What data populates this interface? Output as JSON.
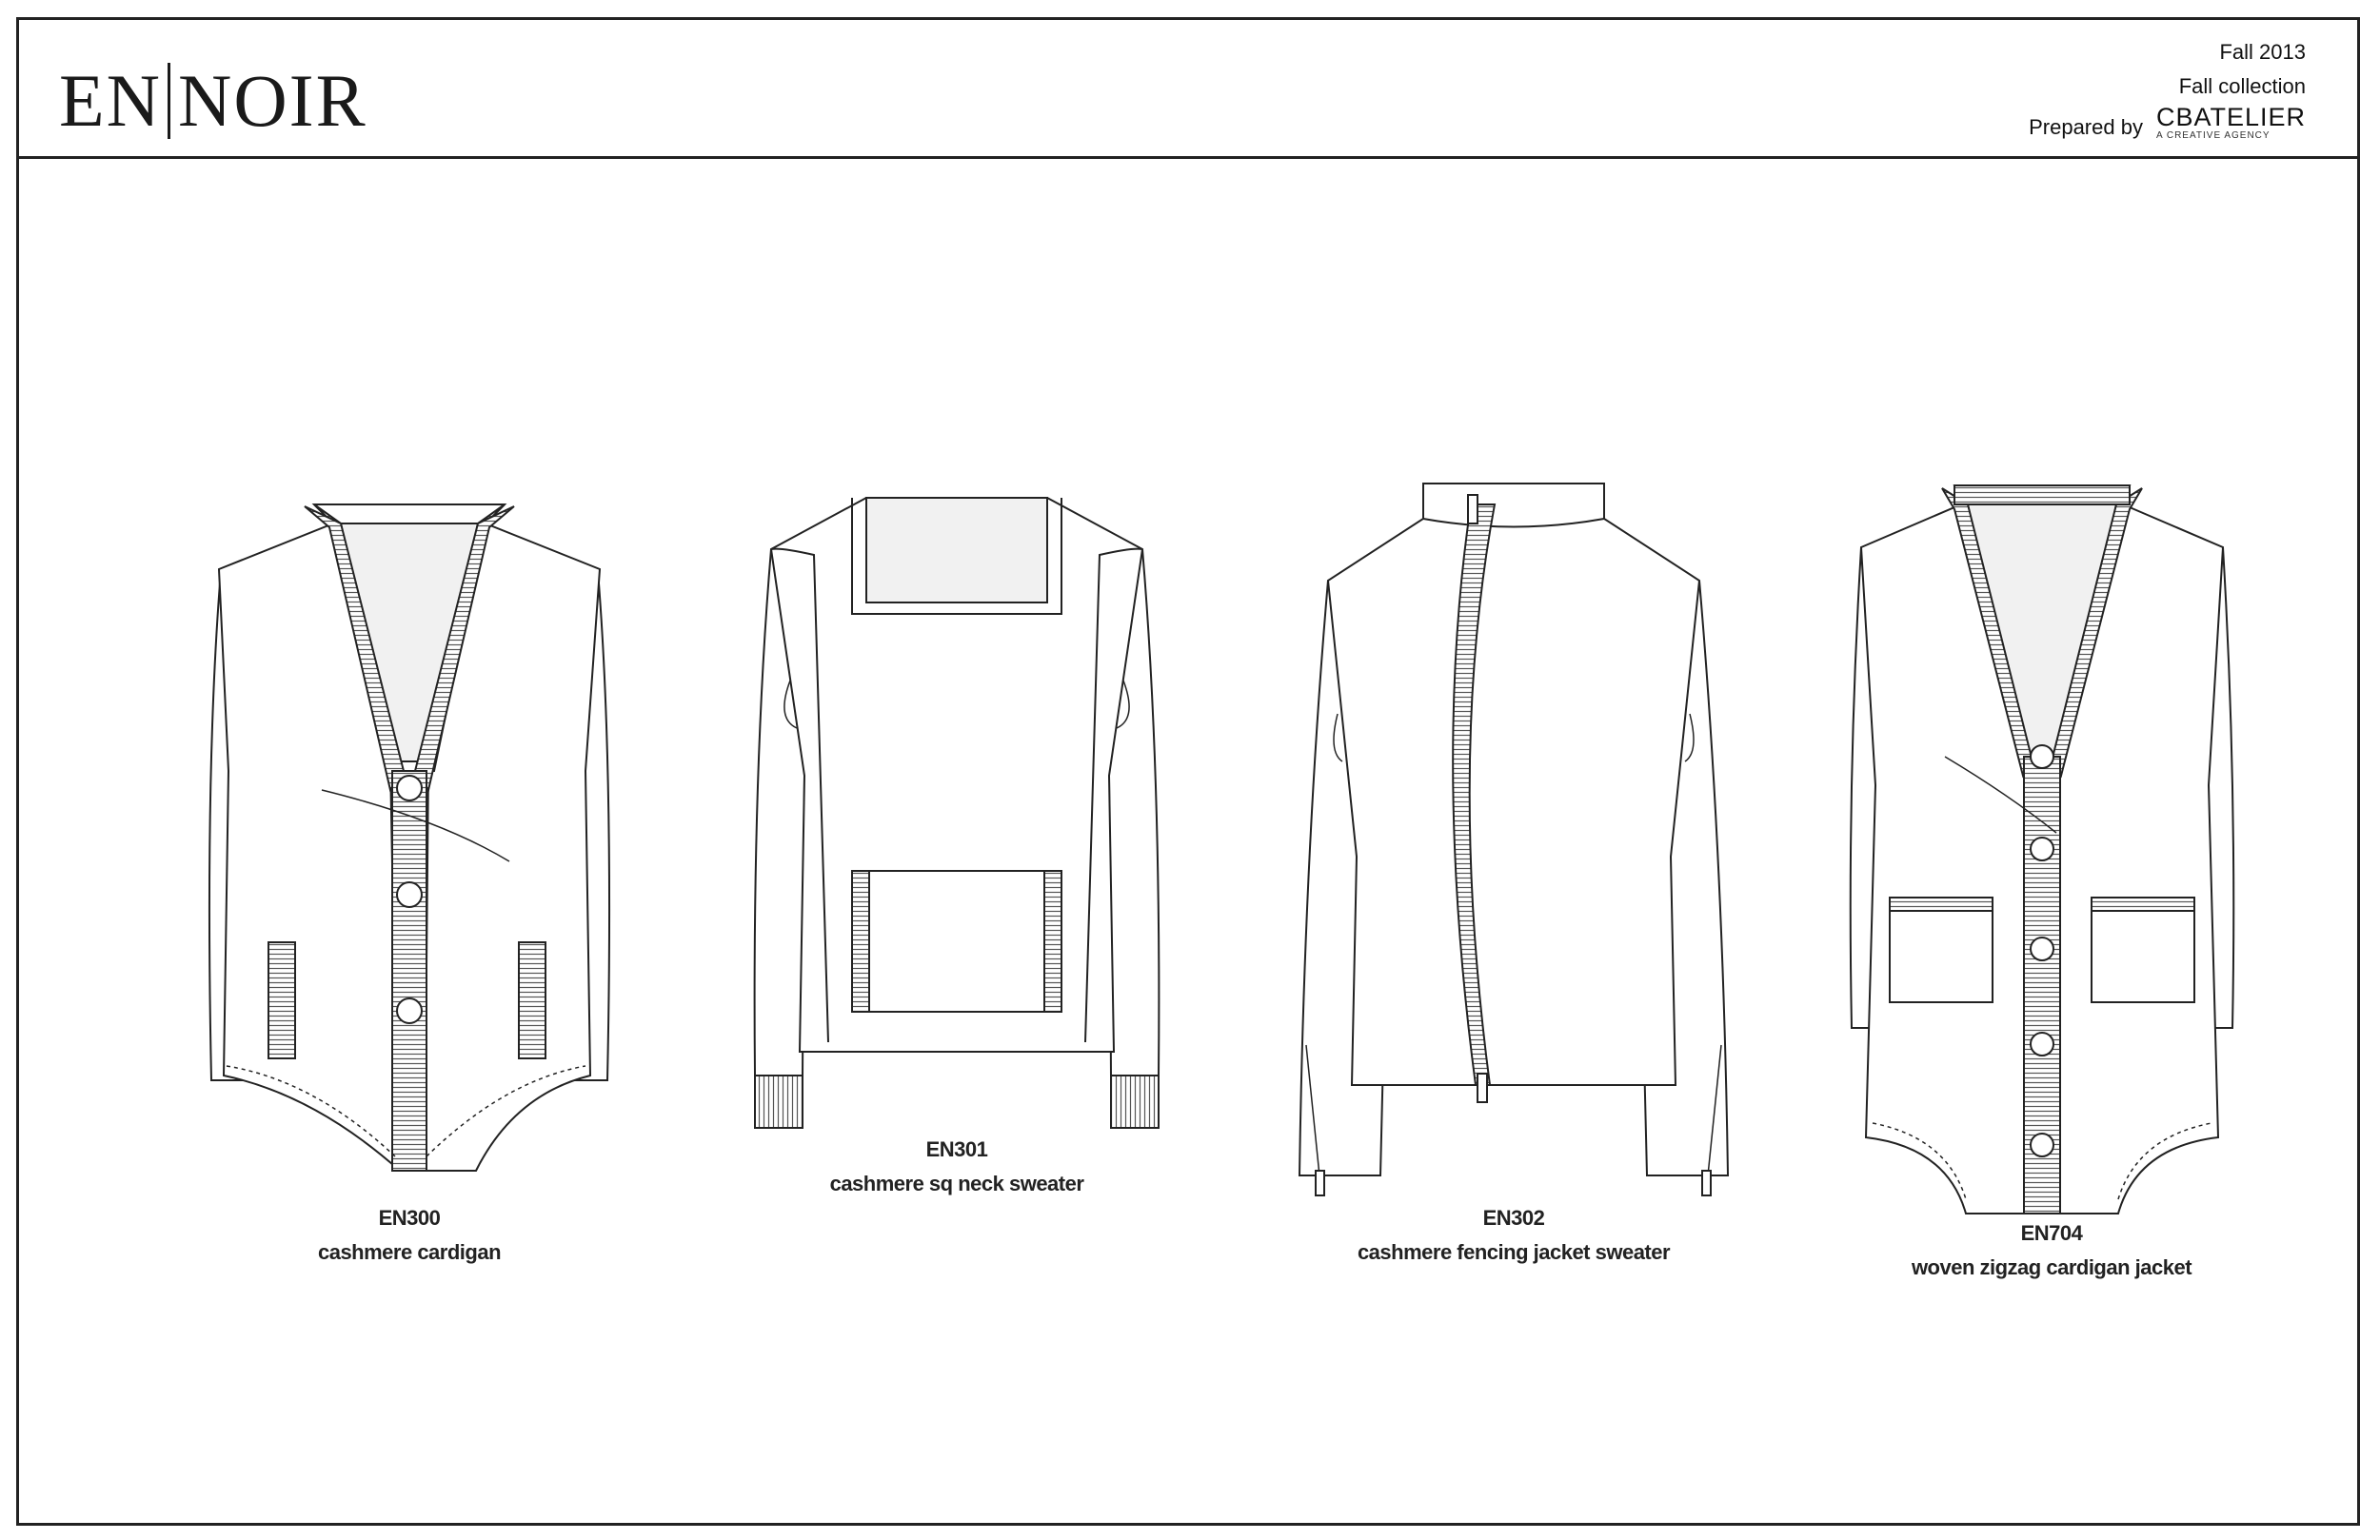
{
  "header": {
    "brand_left": "EN",
    "brand_right": "NOIR",
    "season": "Fall 2013",
    "collection": "Fall collection",
    "prepared_label": "Prepared by",
    "agency_name": "CBATELIER",
    "agency_tagline": "A CREATIVE AGENCY"
  },
  "garments": [
    {
      "code": "EN300",
      "name": "cashmere cardigan"
    },
    {
      "code": "EN301",
      "name": "cashmere sq neck sweater"
    },
    {
      "code": "EN302",
      "name": "cashmere fencing jacket sweater"
    },
    {
      "code": "EN704",
      "name": "woven zigzag cardigan jacket"
    }
  ]
}
